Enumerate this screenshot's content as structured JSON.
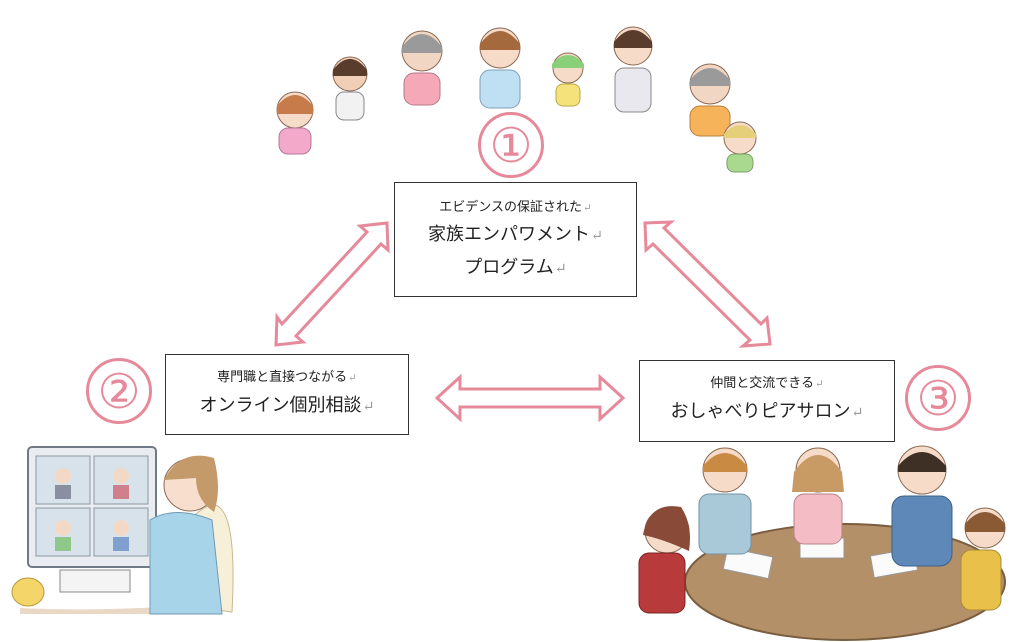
{
  "nodes": {
    "center": {
      "number": "①",
      "lines": [
        "エビデンスの保証された",
        "家族エンパワメント",
        "プログラム"
      ],
      "return_mark": "↵"
    },
    "left": {
      "number": "②",
      "lines": [
        "専門職と直接つながる",
        "オンライン個別相談"
      ],
      "return_mark": "↵"
    },
    "right": {
      "number": "③",
      "lines": [
        "仲間と交流できる",
        "おしゃべりピアサロン"
      ],
      "return_mark": "↵"
    }
  },
  "colors": {
    "arrow": "#e6899a",
    "number": "#e6899a",
    "border": "#333333"
  },
  "illustrations": {
    "top": "family-group-illustration",
    "bottom_left": "online-consultation-illustration",
    "bottom_right": "peer-salon-table-illustration"
  }
}
